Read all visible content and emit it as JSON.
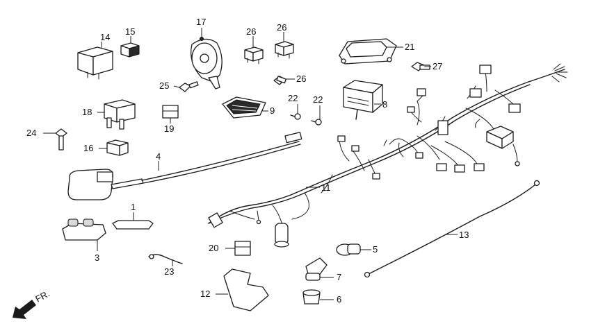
{
  "diagram": {
    "direction_label": "FR.",
    "callouts": {
      "p1": "1",
      "p3": "3",
      "p4": "4",
      "p5": "5",
      "p6": "6",
      "p7": "7",
      "p8": "8",
      "p9": "9",
      "p11": "11",
      "p12": "12",
      "p13": "13",
      "p14": "14",
      "p15": "15",
      "p16": "16",
      "p17": "17",
      "p18": "18",
      "p19": "19",
      "p20": "20",
      "p21": "21",
      "p22a": "22",
      "p22b": "22",
      "p23": "23",
      "p24": "24",
      "p25": "25",
      "p26a": "26",
      "p26b": "26",
      "p26c": "26",
      "p27": "27"
    }
  }
}
